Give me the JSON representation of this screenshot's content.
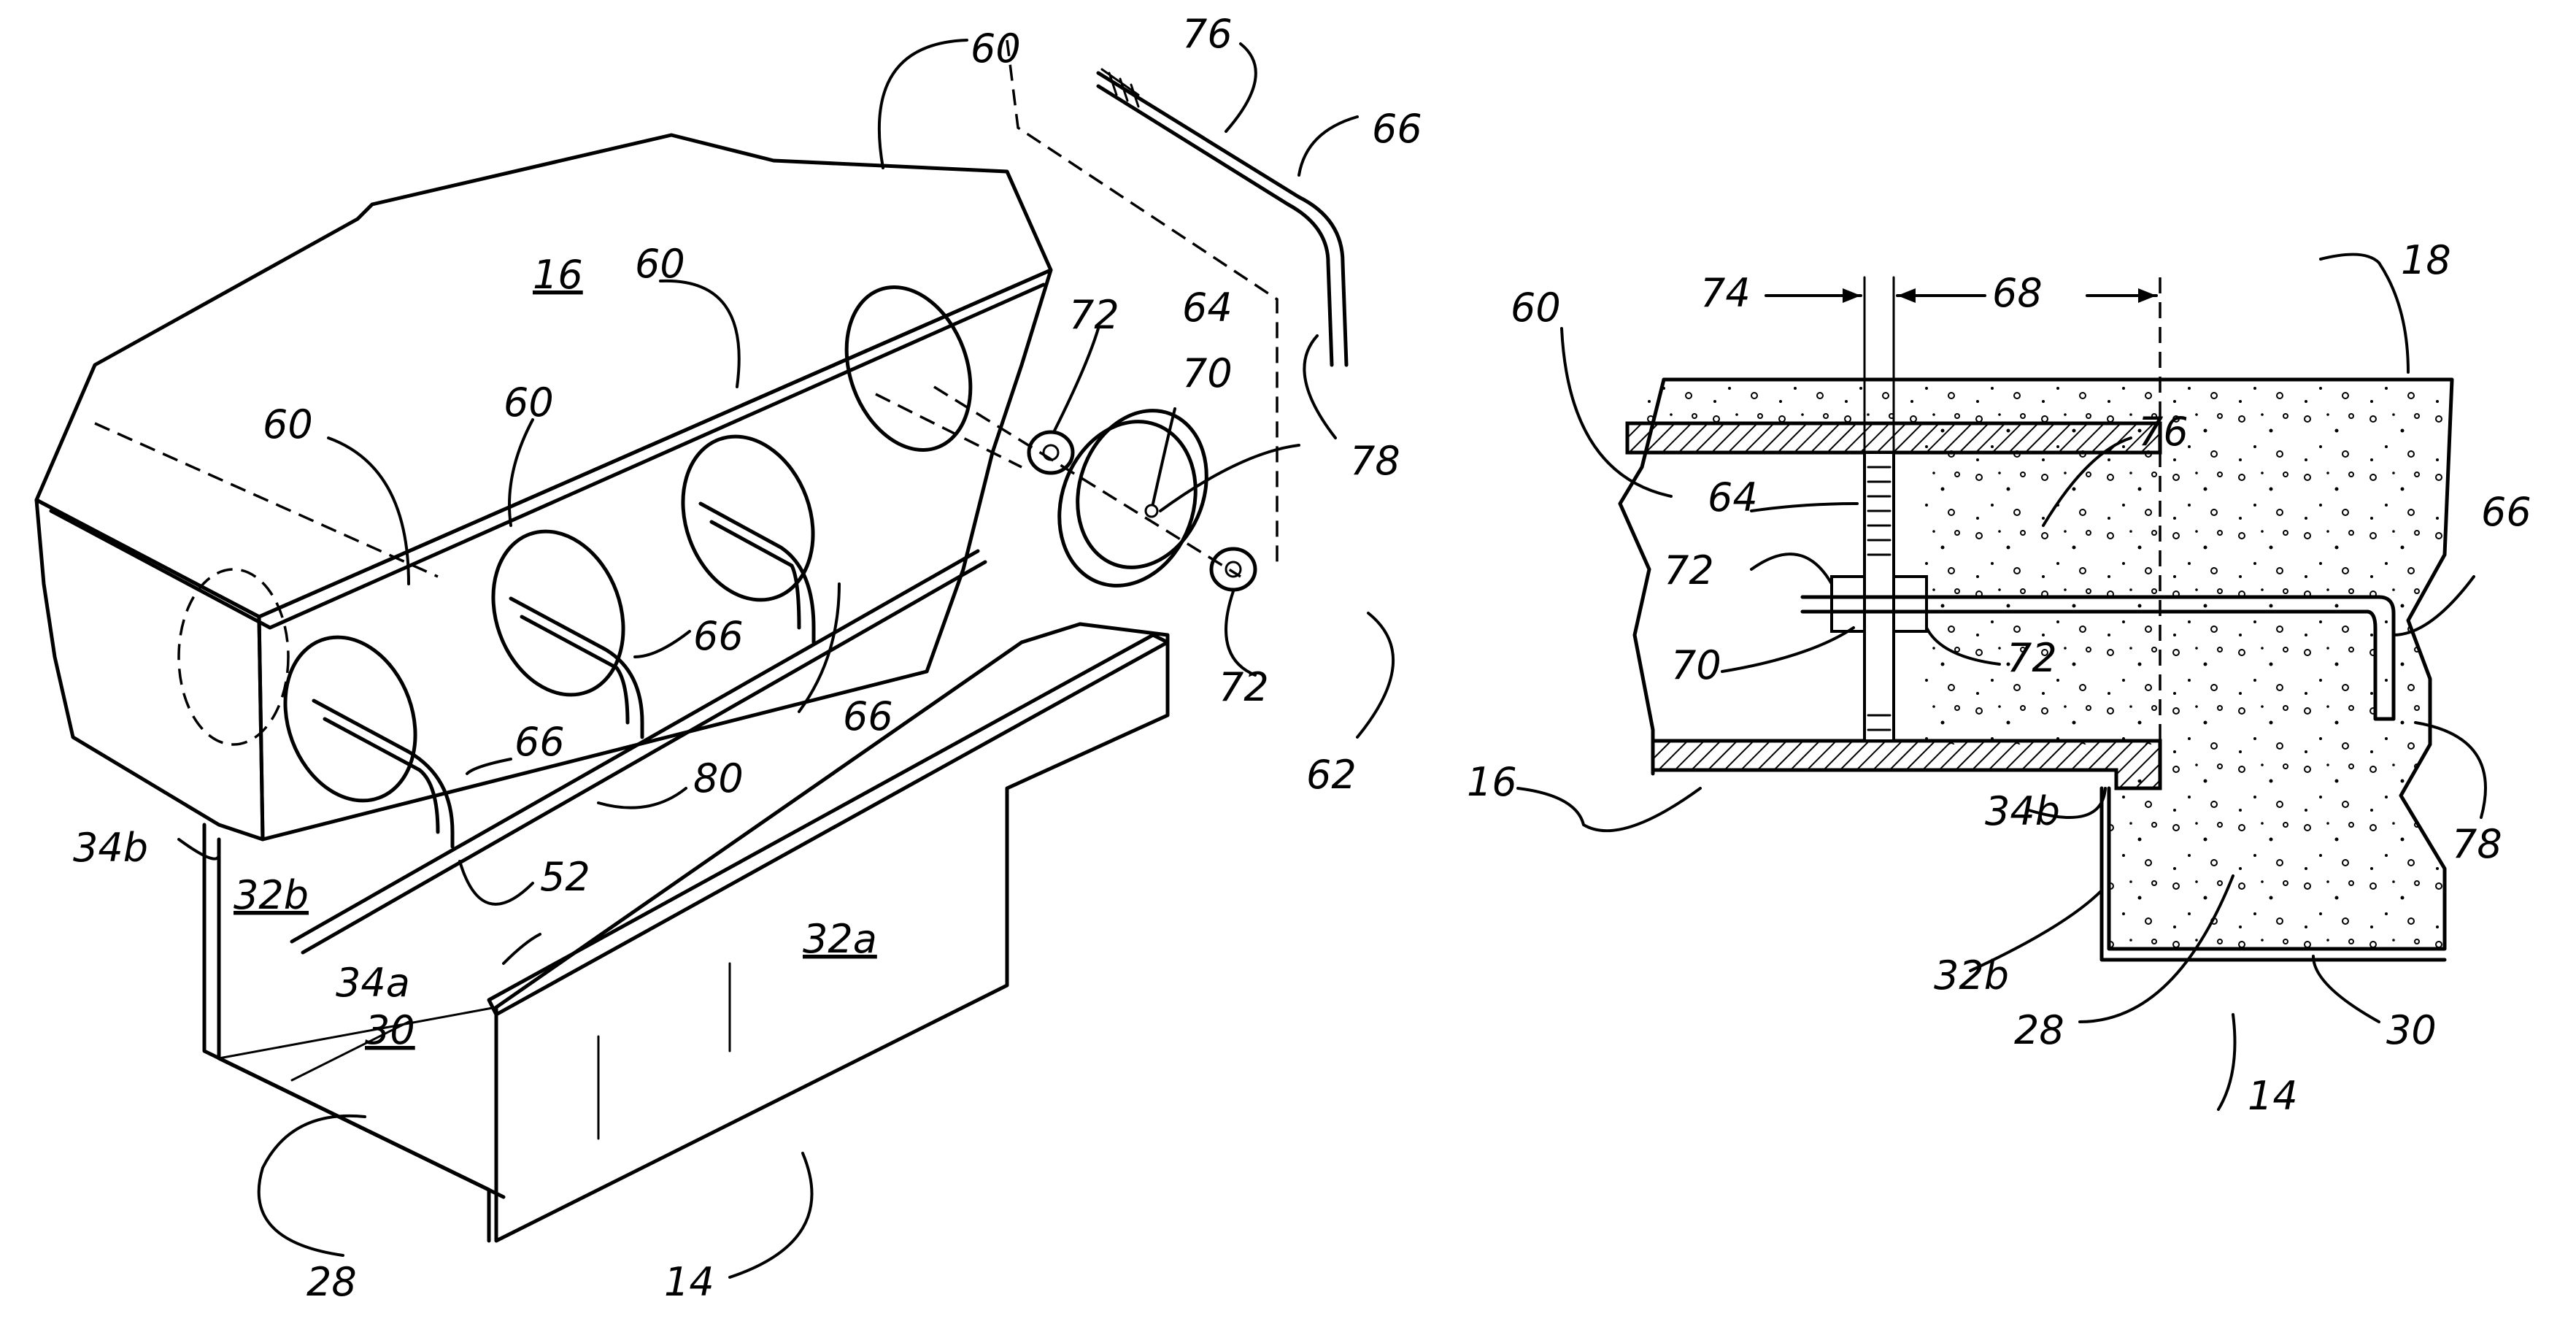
{
  "figure_left": {
    "labels": {
      "hole_top": "60",
      "hole_mid": "60",
      "hole_left2": "60",
      "hole_left": "60",
      "block": "16",
      "bolt_fig": "76",
      "rebar_top": "66",
      "nut_a": "72",
      "disk": "64",
      "bore": "70",
      "end_78": "78",
      "nut_b": "72",
      "assembly": "62",
      "rebar_1": "66",
      "rebar_2": "66",
      "rebar_3": "66",
      "rod": "80",
      "tab_52": "52",
      "flange_b": "34b",
      "wall_b": "32b",
      "flange_a": "34a",
      "wall_a": "32a",
      "base": "30",
      "channel_28": "28",
      "channel_14": "14"
    }
  },
  "figure_right": {
    "labels": {
      "block_60": "60",
      "dim_74": "74",
      "dim_68": "68",
      "fill_18": "18",
      "disk_64": "64",
      "bolt_76": "76",
      "nut_72a": "72",
      "rebar_66": "66",
      "bore_70": "70",
      "nut_72b": "72",
      "end_78": "78",
      "block_16": "16",
      "flange_34b": "34b",
      "wall_32b": "32b",
      "channel_28": "28",
      "channel_14": "14",
      "base_30": "30"
    }
  }
}
